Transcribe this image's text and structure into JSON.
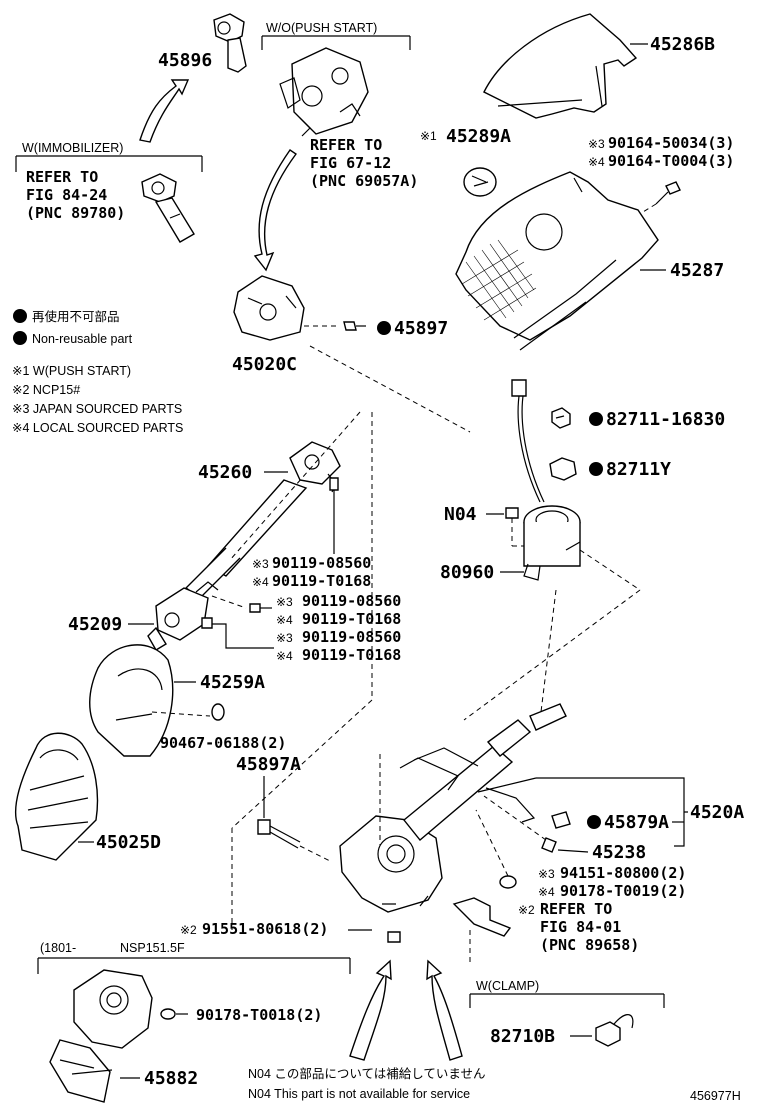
{
  "labels": {
    "p45896": "45896",
    "wo_push_start": "W/O(PUSH START)",
    "p45286B": "45286B",
    "w_immobilizer": "W(IMMOBILIZER)",
    "refer_84_24": [
      "REFER TO",
      "FIG 84-24",
      "(PNC 89780)"
    ],
    "refer_67_12": [
      "REFER TO",
      "FIG 67-12",
      "(PNC 69057A)"
    ],
    "p45289A_mark": "※1",
    "p45289A": "45289A",
    "bolt_a_mark": "※3",
    "bolt_a": "90164-50034(3)",
    "bolt_b_mark": "※4",
    "bolt_b": "90164-T0004(3)",
    "p45287": "45287",
    "p45020C": "45020C",
    "p45897": "45897",
    "legend_jp": "再使用不可部品",
    "legend_en": "Non-reusable part",
    "note1": "※1  W(PUSH START)",
    "note2": "※2  NCP15#",
    "note3": "※3  JAPAN SOURCED PARTS",
    "note4": "※4  LOCAL SOURCED PARTS",
    "p82711_16830": "82711-16830",
    "p82711Y": "82711Y",
    "p45260": "45260",
    "n04": "N04",
    "p80960": "80960",
    "s1_mark": "※3",
    "s1": "90119-08560",
    "s1b_mark": "※4",
    "s1b": "90119-T0168",
    "p45209": "45209",
    "s2_mark": "※3",
    "s2": "90119-08560",
    "s2b_mark": "※4",
    "s2b": "90119-T0168",
    "s3_mark": "※3",
    "s3": "90119-08560",
    "s3b_mark": "※4",
    "s3b": "90119-T0168",
    "p45259A": "45259A",
    "p90467": "90467-06188(2)",
    "p45897A": "45897A",
    "p45025D": "45025D",
    "p4520A": "4520A",
    "p45879A": "45879A",
    "p45238": "45238",
    "n94151_mark": "※3",
    "n94151": "94151-80800(2)",
    "n90178_mark": "※4",
    "n90178": "90178-T0019(2)",
    "refer_84_01_mark": "※2",
    "refer_84_01": [
      "REFER TO",
      "FIG 84-01",
      "(PNC 89658)"
    ],
    "p91551_mark": "※2",
    "p91551": "91551-80618(2)",
    "range_prefix": "(1801-",
    "range_suffix": "NSP151.5F",
    "p90178_t0018": "90178-T0018(2)",
    "w_clamp": "W(CLAMP)",
    "p82710B": "82710B",
    "p45882": "45882",
    "footer_jp": "N04  この部品については補給していません",
    "footer_en": "N04  This part is not available for service",
    "figure_id": "456977H"
  }
}
